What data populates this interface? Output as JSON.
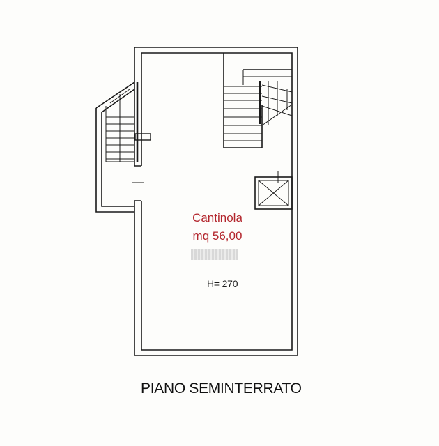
{
  "room": {
    "name": "Cantinola",
    "area": "mq 56,00",
    "height": "H= 270"
  },
  "floor": {
    "title": "PIANO SEMINTERRATO"
  },
  "colors": {
    "wall": "#1a1a1a",
    "room_label": "#b3262d",
    "paper": "#fdfdfb"
  }
}
